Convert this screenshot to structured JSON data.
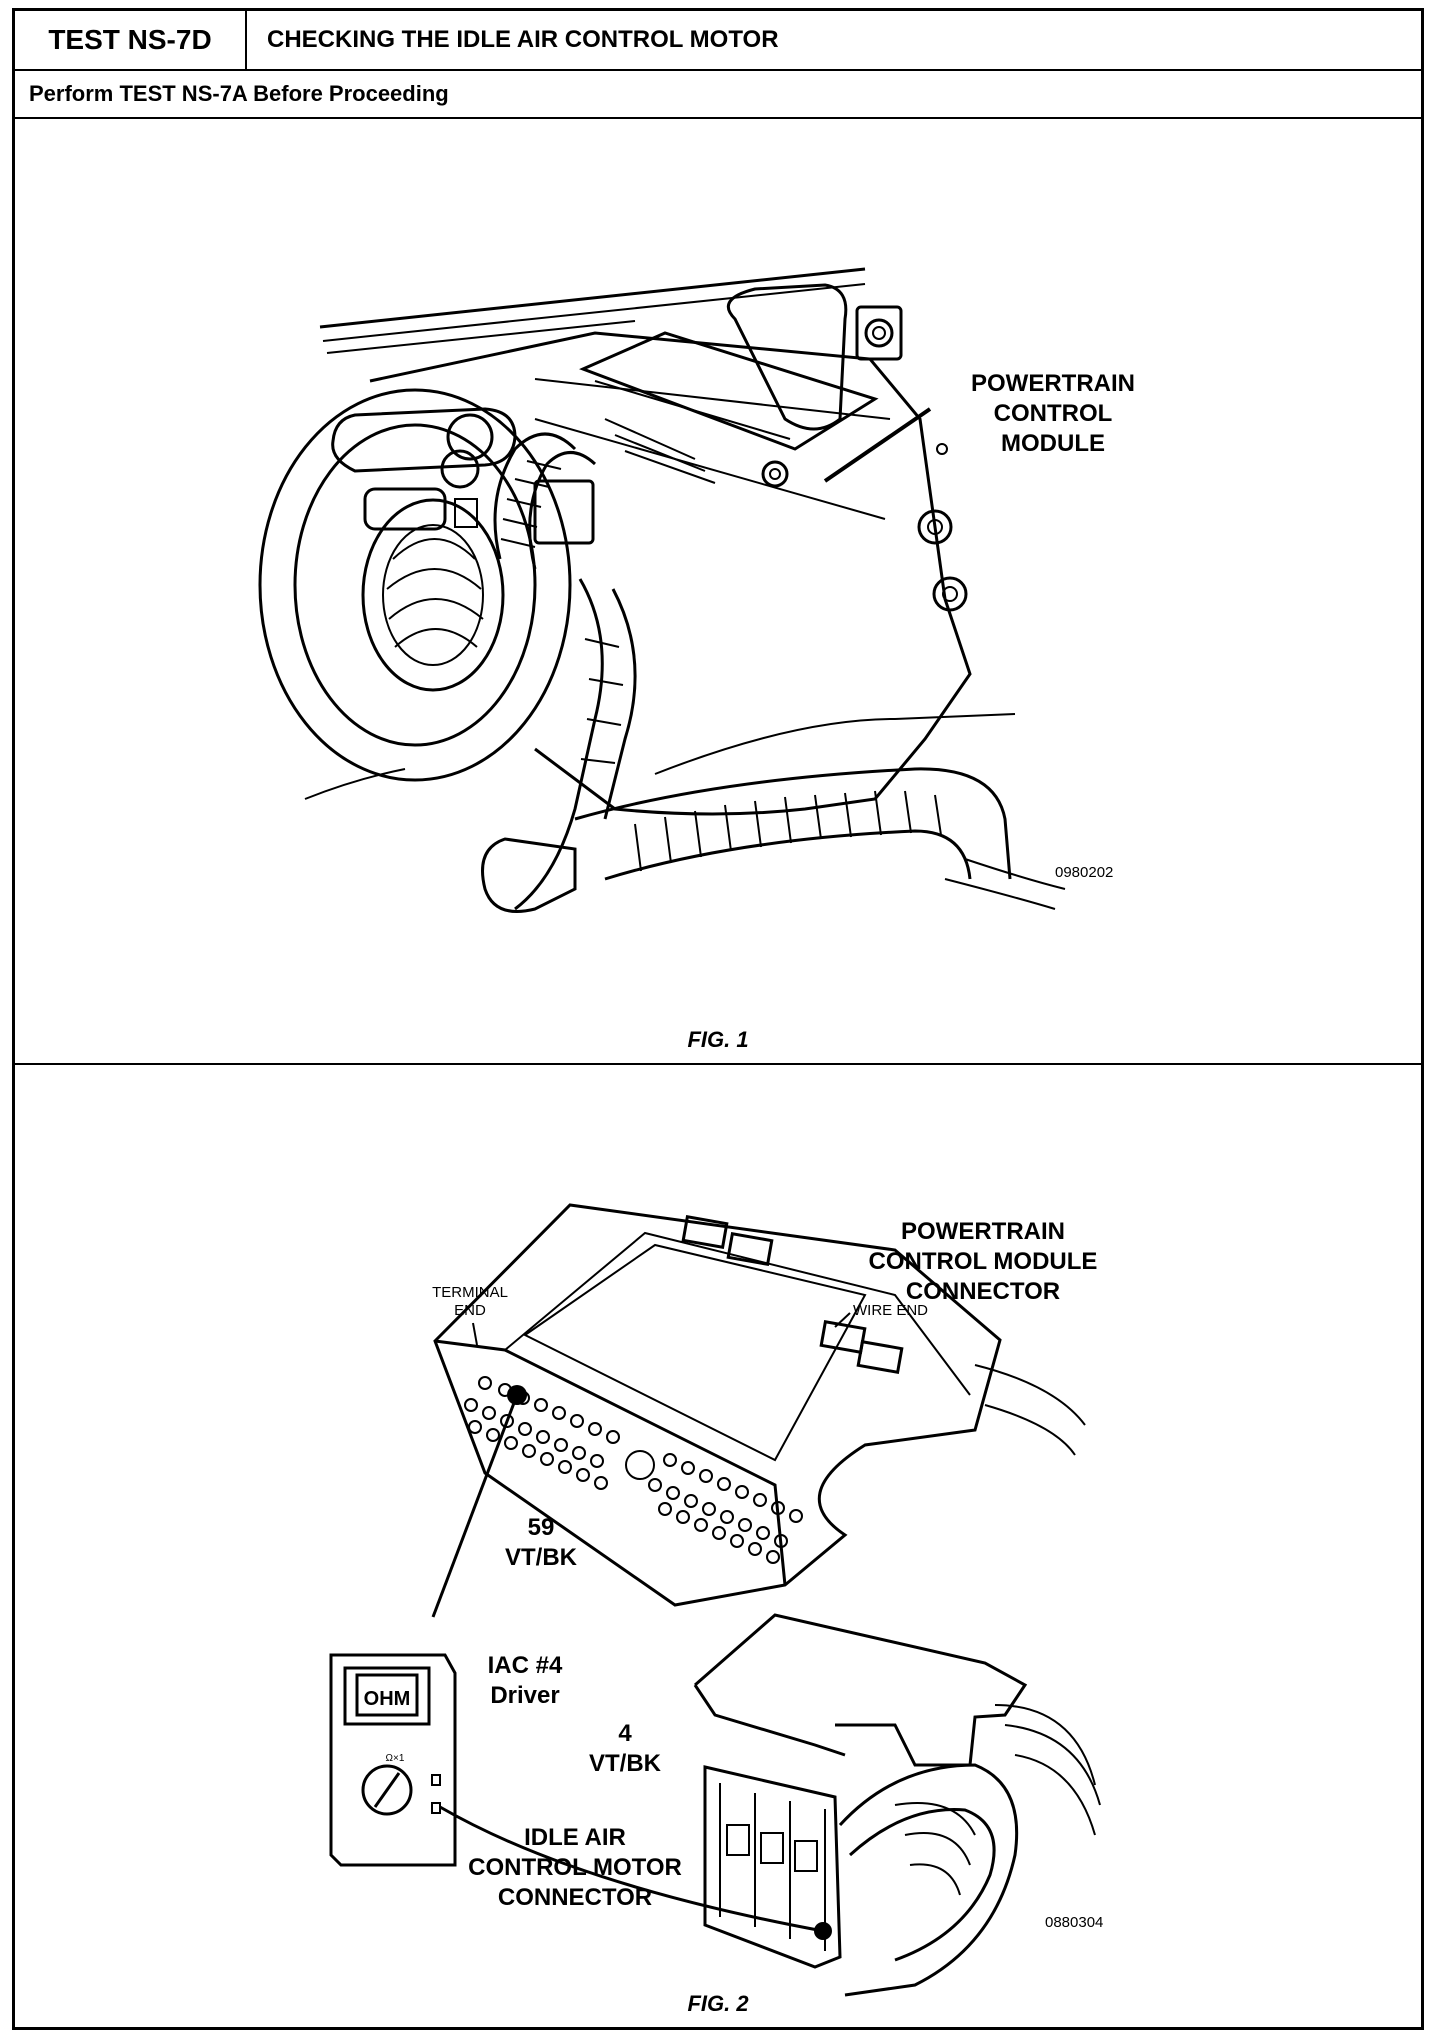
{
  "header": {
    "test_id": "TEST NS-7D",
    "title": "CHECKING THE IDLE AIR CONTROL MOTOR"
  },
  "subheader": "Perform TEST NS-7A Before Proceeding",
  "figure1": {
    "caption": "FIG. 1",
    "label_lines": [
      "POWERTRAIN",
      "CONTROL",
      "MODULE"
    ],
    "code": "0980202"
  },
  "figure2": {
    "caption": "FIG. 2",
    "pcm_connector_lines": [
      "POWERTRAIN",
      "CONTROL MODULE",
      "CONNECTOR"
    ],
    "terminal_end_lines": [
      "TERMINAL",
      "END"
    ],
    "wire_end": "WIRE END",
    "pin59_lines": [
      "59",
      "VT/BK"
    ],
    "iac_driver_lines": [
      "IAC #4",
      "Driver"
    ],
    "pin4_lines": [
      "4",
      "VT/BK"
    ],
    "iac_connector_lines": [
      "IDLE AIR",
      "CONTROL MOTOR",
      "CONNECTOR"
    ],
    "meter_display": "OHM",
    "meter_scale": "Ω×1",
    "code": "0880304"
  }
}
